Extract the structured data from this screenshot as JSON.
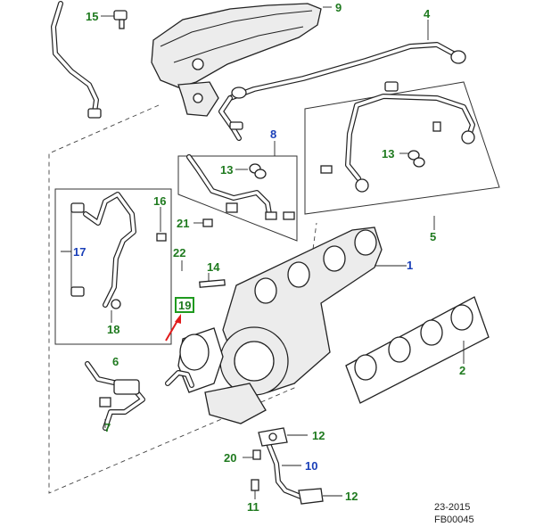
{
  "callouts": {
    "c1": "1",
    "c2": "2",
    "c4": "4",
    "c5": "5",
    "c6": "6",
    "c7": "7",
    "c8": "8",
    "c9": "9",
    "c10": "10",
    "c11": "11",
    "c12a": "12",
    "c12b": "12",
    "c13a": "13",
    "c13b": "13",
    "c14": "14",
    "c15": "15",
    "c16": "16",
    "c17": "17",
    "c18": "18",
    "c19": "19",
    "c20": "20",
    "c21": "21",
    "c22": "22"
  },
  "footer": {
    "date": "23-2015",
    "code": "FB00045"
  },
  "colors": {
    "green_callout": "#1f7a1f",
    "blue_callout": "#1a3fb8",
    "highlight_arrow": "#e01b1b",
    "highlight_box": "#1f9a1f"
  },
  "highlighted_part": "19"
}
